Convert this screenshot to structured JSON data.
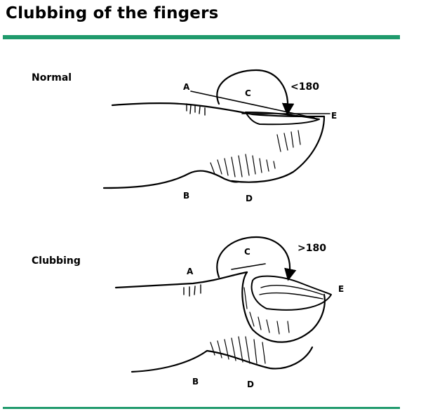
{
  "title": "Clubbing of the fingers",
  "normal": {
    "label": "Normal",
    "angle": "<180",
    "points": {
      "a": "A",
      "b": "B",
      "c": "C",
      "d": "D",
      "e": "E"
    }
  },
  "clubbing": {
    "label": "Clubbing",
    "angle": ">180",
    "points": {
      "a": "A",
      "b": "B",
      "c": "C",
      "d": "D",
      "e": "E"
    }
  },
  "colors": {
    "accent": "#1f9a6c"
  }
}
